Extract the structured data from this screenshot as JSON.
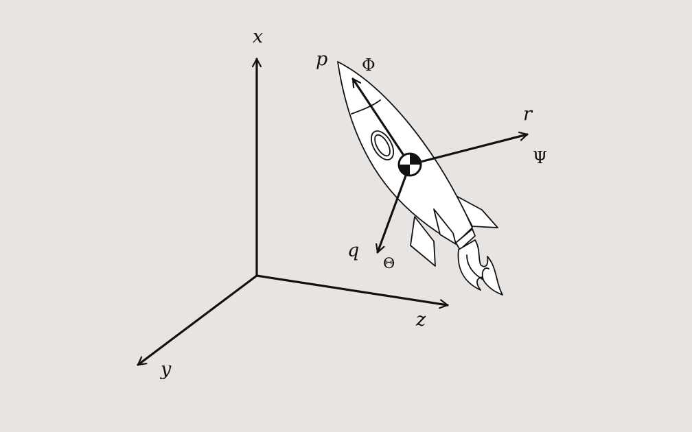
{
  "colors": {
    "background": "#e8e4e2",
    "ink": "#111111",
    "fill": "#ffffff"
  },
  "axes": {
    "x": "x",
    "y": "y",
    "z": "z"
  },
  "body_axes": {
    "p": "p",
    "q": "q",
    "r": "r"
  },
  "angles": {
    "roll": "Φ",
    "pitch": "Θ",
    "yaw": "Ψ"
  },
  "icons": [
    "rocket-icon",
    "center-of-gravity-icon",
    "flame-icon",
    "window-icon"
  ]
}
